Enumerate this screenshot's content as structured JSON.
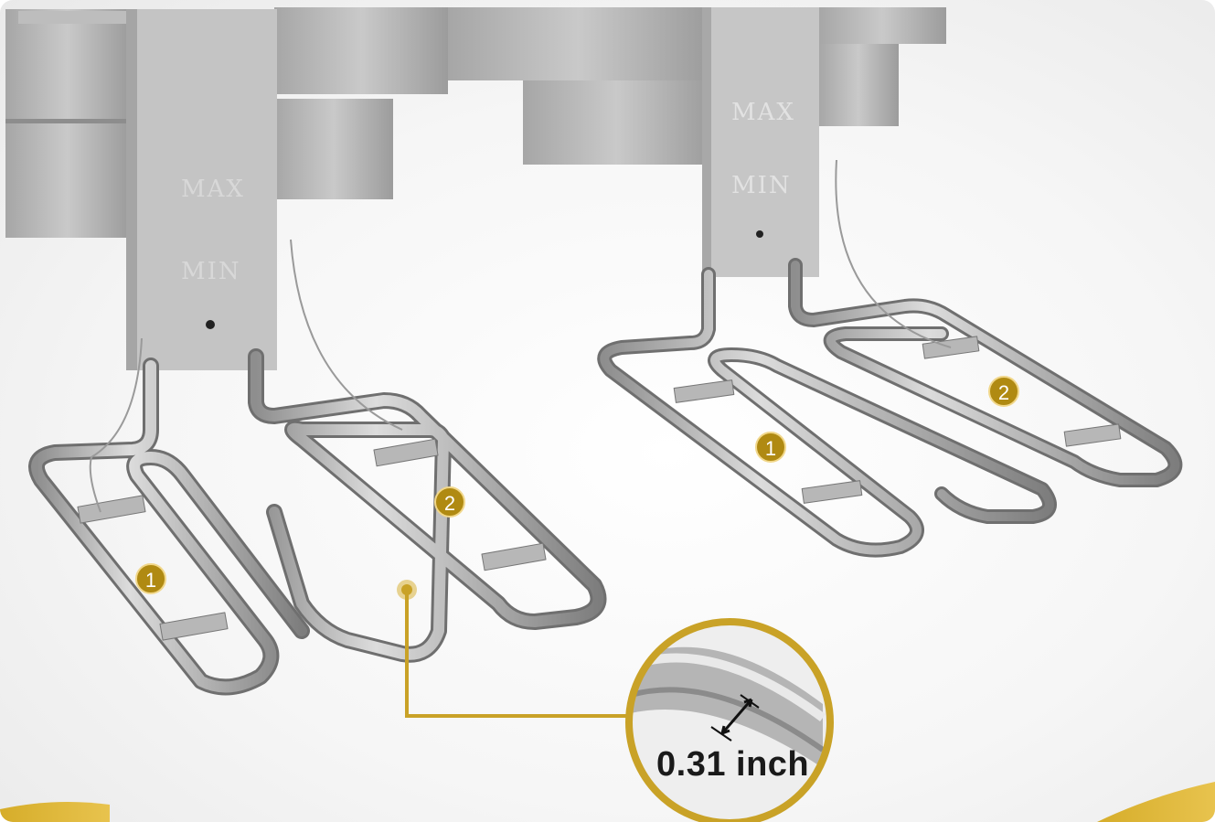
{
  "product_photo": {
    "panel_left": {
      "max_mark": "MAX",
      "min_mark": "MIN"
    },
    "panel_right": {
      "max_mark": "MAX",
      "min_mark": "MIN"
    },
    "element_labels": [
      "1",
      "2",
      "1",
      "2"
    ],
    "callout": {
      "measurement": "0.31 inch"
    },
    "colors": {
      "accent": "#c9a227",
      "badge": "#b08a12",
      "steel": "#b9b9b9"
    }
  }
}
